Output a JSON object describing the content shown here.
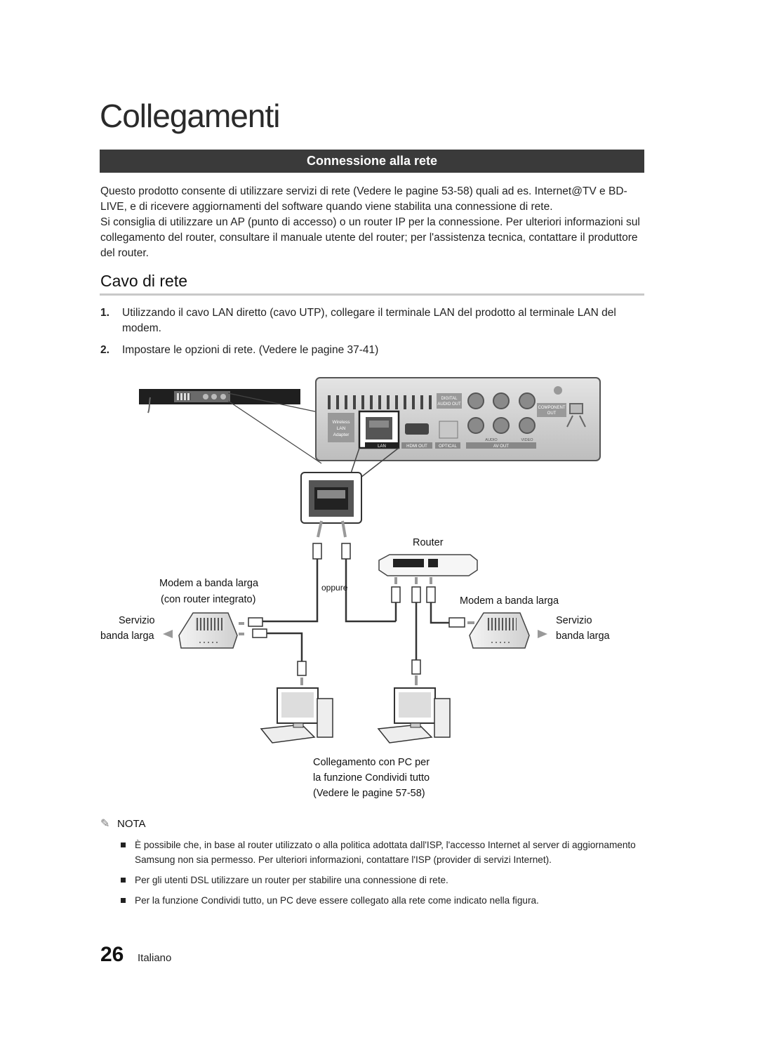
{
  "page": {
    "title": "Collegamenti",
    "number": "26",
    "language": "Italiano"
  },
  "section": {
    "title": "Connessione alla rete",
    "intro": [
      "Questo prodotto consente di utilizzare servizi di rete (Vedere le pagine 53-58) quali ad es. Internet@TV e BD-LIVE, e di ricevere aggiornamenti del software quando viene stabilita una connessione di rete.",
      "Si consiglia di utilizzare un AP (punto di accesso) o un router IP per la connessione. Per ulteriori informazioni sul collegamento del router, consultare il manuale utente del router; per l'assistenza tecnica, contattare il produttore del router."
    ]
  },
  "subsection": {
    "title": "Cavo di rete",
    "steps": [
      {
        "num": "1.",
        "text": "Utilizzando il cavo LAN diretto (cavo UTP), collegare il terminale LAN del prodotto al terminale LAN del modem."
      },
      {
        "num": "2.",
        "text": "Impostare le opzioni di rete. (Vedere le pagine 37-41)"
      }
    ]
  },
  "diagram": {
    "router": "Router",
    "or": "oppure",
    "modem_router_1": "Modem a banda larga",
    "modem_router_2": "(con router integrato)",
    "modem": "Modem a banda larga",
    "service_left_1": "Servizio",
    "service_left_2": "banda larga",
    "service_right_1": "Servizio",
    "service_right_2": "banda larga",
    "pc_1": "Collegamento con PC per",
    "pc_2": "la funzione Condividi tutto",
    "pc_3": "(Vedere le pagine 57-58)",
    "panel": {
      "wireless_1": "Wireless",
      "wireless_2": "LAN",
      "wireless_3": "Adapter",
      "lan": "LAN",
      "hdmi": "HDMI OUT",
      "optical": "OPTICAL",
      "digital_1": "DIGITAL",
      "digital_2": "AUDIO OUT",
      "component_1": "COMPONENT",
      "component_2": "OUT",
      "av_out": "AV OUT",
      "audio": "AUDIO",
      "video": "VIDEO"
    }
  },
  "note": {
    "label": "NOTA",
    "items": [
      "È possibile che, in base al router utilizzato o alla politica adottata dall'ISP, l'accesso Internet al server di aggiornamento Samsung non sia permesso. Per ulteriori informazioni, contattare l'ISP (provider di servizi Internet).",
      "Per gli utenti DSL utilizzare un router per stabilire una connessione di rete.",
      "Per la funzione Condividi tutto, un PC deve essere collegato alla rete come indicato nella figura."
    ]
  }
}
